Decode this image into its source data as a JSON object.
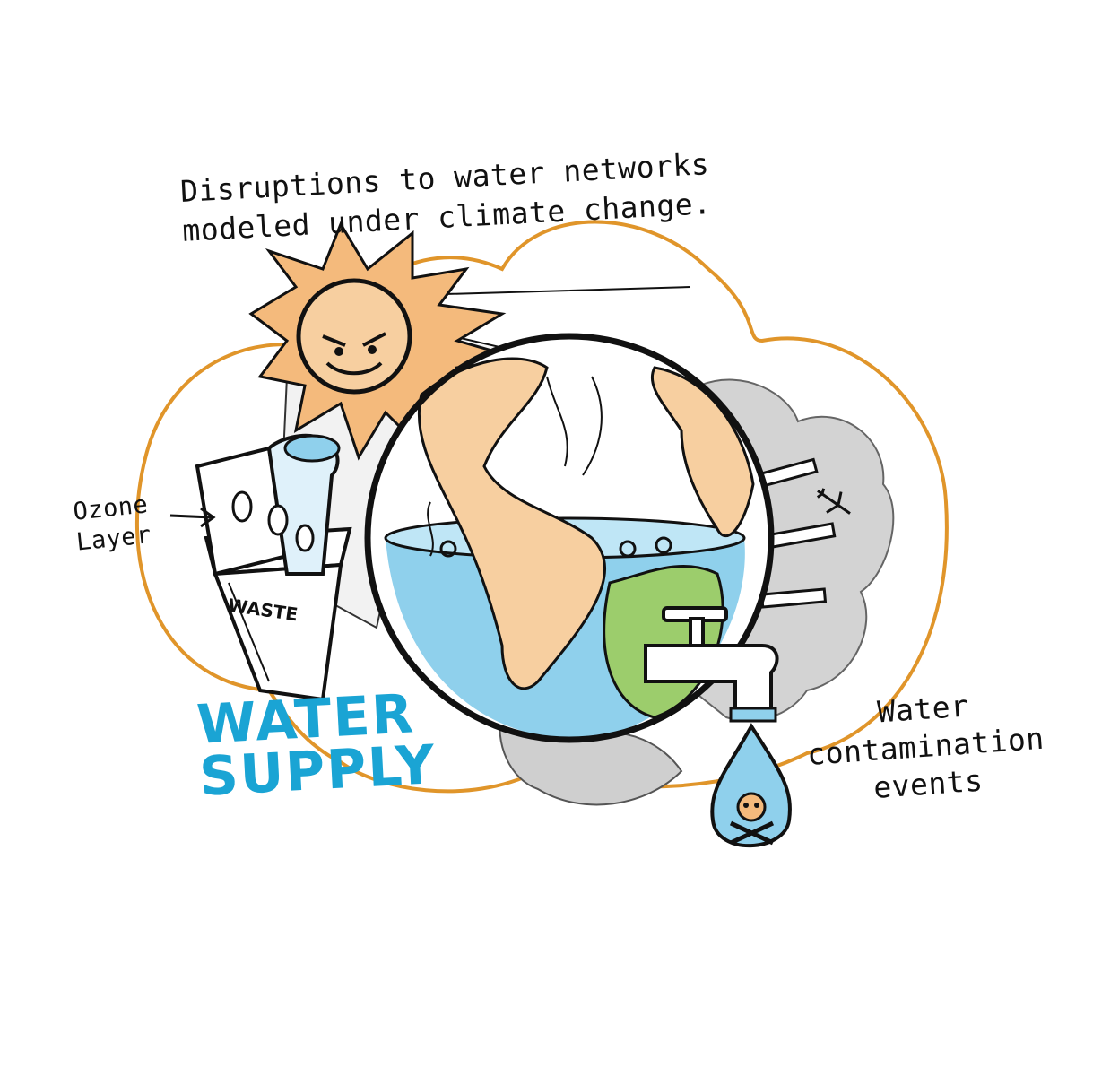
{
  "captions": {
    "disruptions_line1": "Disruptions to water networks",
    "disruptions_line2": "modeled under climate change.",
    "ozone_line1": "Ozone",
    "ozone_line2": "Layer",
    "contamination_line1": "Water",
    "contamination_line2": "contamination",
    "contamination_line3": "events"
  },
  "title": {
    "line1": "WATER",
    "line2": "SUPPLY"
  },
  "bin_label": "WASTE",
  "colors": {
    "outline": "#111111",
    "cloud_border": "#e0952a",
    "sun": "#f4ba7c",
    "land": "#f7cfa0",
    "water": "#8fd0ec",
    "green": "#9ccd6c",
    "smoke": "#cfcfcf",
    "title": "#1aa4d4"
  },
  "icons": [
    "sun-icon",
    "earth-globe-icon",
    "waste-bin-icon",
    "ozone-layer-roll-icon",
    "water-tap-icon",
    "skull-crossbones-icon",
    "factory-smoke-icon",
    "airplane-icon"
  ]
}
